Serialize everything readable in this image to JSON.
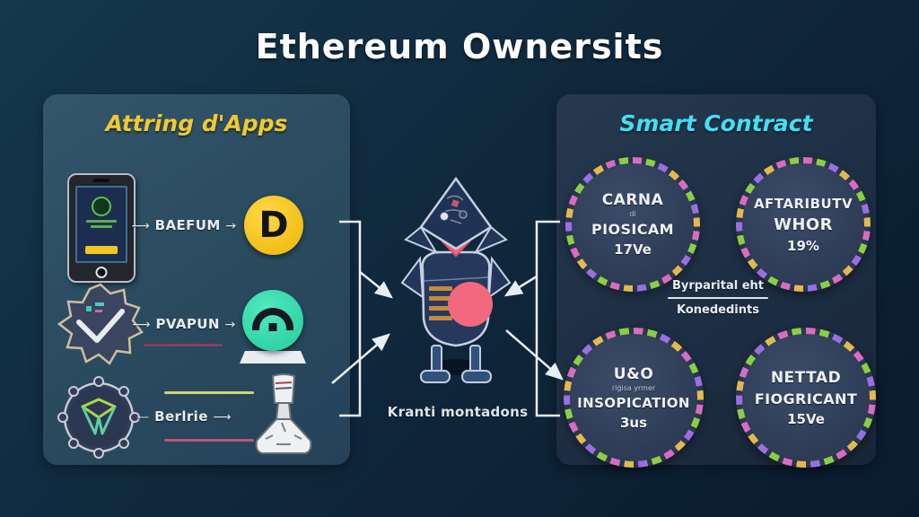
{
  "title": "Ethereum Ownersits",
  "colors": {
    "background_top": "#14384c",
    "background_bottom": "#0a1b2e",
    "left_header": "#f2c832",
    "right_header": "#43dff2",
    "coin_yellow": "#f0bd14",
    "orb_teal": "#2fd3a4",
    "robot_pink": "#f2697e",
    "ring_pink": "#d96cc1",
    "ring_green": "#8bce44",
    "ring_purple": "#9a6fe0"
  },
  "left_panel": {
    "header": "Attring d'Apps",
    "rows": [
      {
        "a_left": "⟶",
        "label": "BAEFUM",
        "a_right": "→",
        "coin_letter": "D"
      },
      {
        "a_left": "⟶",
        "label": "PVAPUN",
        "a_right": "→"
      },
      {
        "a_left": "—",
        "label": "Berlrie",
        "a_right": "⟶"
      }
    ]
  },
  "center": {
    "caption": "Kranti montadons"
  },
  "right_panel": {
    "header": "Smart Contract",
    "circles": [
      {
        "l1": "CARNA",
        "l2": "di",
        "l3": "PIOSICAM",
        "l4": "17Ve"
      },
      {
        "l1": "AFTARIBUTV",
        "l2": "",
        "l3": "WHOR",
        "l4": "19%"
      },
      {
        "l1": "U&O",
        "l2": "riģisa yrmer",
        "l3": "INSOPICATION",
        "l4": "3us"
      },
      {
        "l1": "NETTAD",
        "l2": "",
        "l3": "FIOGRICANT",
        "l4": "15Ve"
      }
    ],
    "middle_note": {
      "top": "Byrparital eht",
      "bottom": "Konededints"
    }
  }
}
